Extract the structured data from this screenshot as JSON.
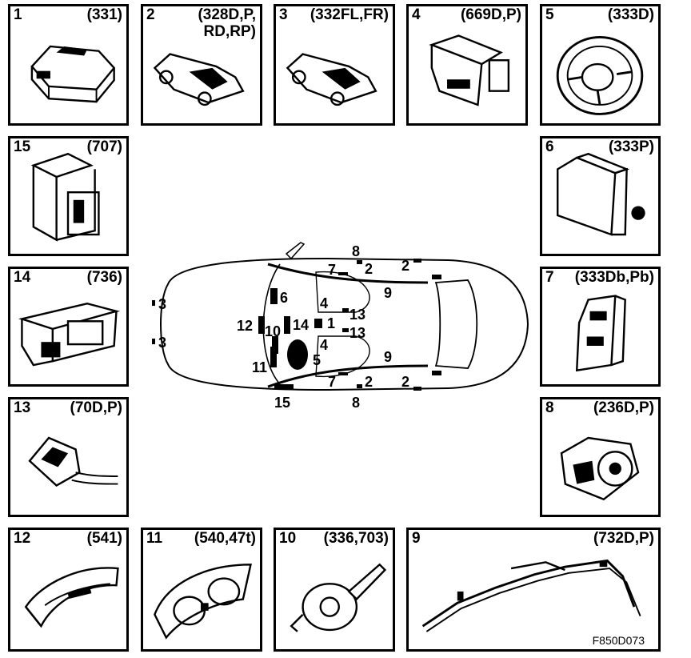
{
  "panels": [
    {
      "number": "1",
      "code": "(331)",
      "icon": "control-module-icon"
    },
    {
      "number": "2",
      "code": "(328D,P, RD,RP)",
      "code_line1": "(328D,P,",
      "code_line2": "RD,RP)",
      "icon": "side-sensor-icon"
    },
    {
      "number": "3",
      "code": "(332FL,FR)",
      "icon": "front-sensor-icon"
    },
    {
      "number": "4",
      "code": "(669D,P)",
      "icon": "seat-sensor-icon"
    },
    {
      "number": "5",
      "code": "(333D)",
      "icon": "steering-wheel-airbag-icon"
    },
    {
      "number": "15",
      "code": "(707)",
      "icon": "module-icon"
    },
    {
      "number": "6",
      "code": "(333P)",
      "icon": "passenger-airbag-icon"
    },
    {
      "number": "14",
      "code": "(736)",
      "icon": "radio-unit-icon"
    },
    {
      "number": "7",
      "code": "(333Db,Pb)",
      "icon": "seat-airbag-icon"
    },
    {
      "number": "13",
      "code": "(70D,P)",
      "icon": "buckle-switch-icon"
    },
    {
      "number": "8",
      "code": "(236D,P)",
      "icon": "pretensioner-icon"
    },
    {
      "number": "12",
      "code": "(541)",
      "icon": "info-display-icon"
    },
    {
      "number": "11",
      "code": "(540,47t)",
      "icon": "instrument-cluster-icon"
    },
    {
      "number": "10",
      "code": "(336,703)",
      "icon": "clock-spring-icon"
    },
    {
      "number": "9",
      "code": "(732D,P)",
      "icon": "curtain-airbag-icon"
    }
  ],
  "car_labels": {
    "l8_top": "8",
    "l2_top_a": "2",
    "l2_top_b": "2",
    "l7_top": "7",
    "l9_top": "9",
    "l6": "6",
    "l3_a": "3",
    "l3_b": "3",
    "l4_a": "4",
    "l13_a": "13",
    "l12": "12",
    "l10": "10",
    "l14": "14",
    "l1": "1",
    "l13_b": "13",
    "l4_b": "4",
    "l11": "11",
    "l5": "5",
    "l9_bottom": "9",
    "l7_bottom": "7",
    "l2_bottom_a": "2",
    "l2_bottom_b": "2",
    "l15": "15",
    "l8_bottom": "8"
  },
  "reference": "F850D073"
}
